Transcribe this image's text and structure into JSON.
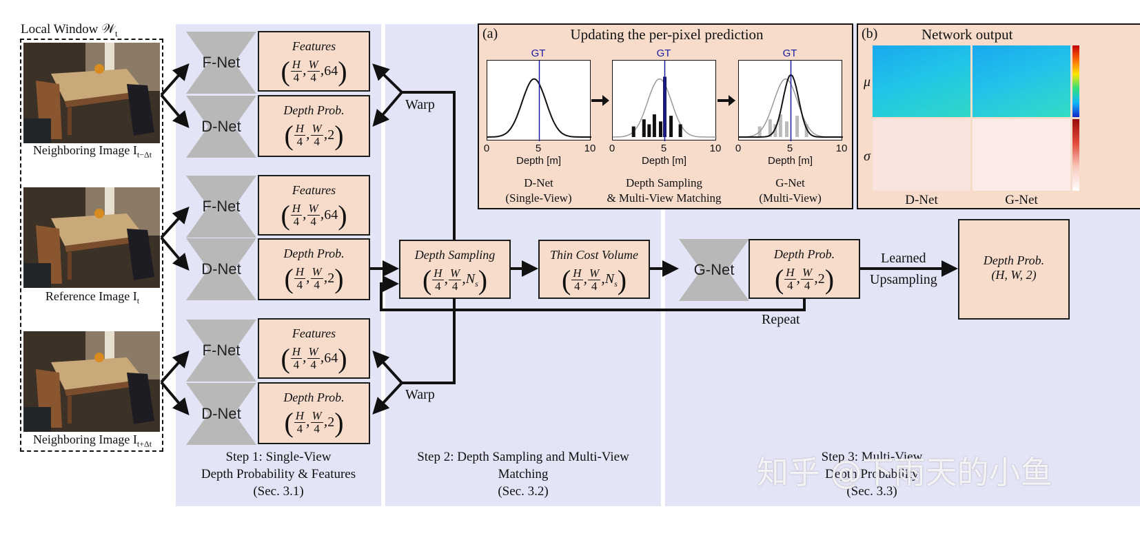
{
  "local_window": {
    "label": "Local Window 𝒲",
    "sub": "t"
  },
  "images": [
    {
      "label": "Neighboring Image I",
      "sub": "t−Δt"
    },
    {
      "label": "Reference Image I",
      "sub": "t"
    },
    {
      "label": "Neighboring Image I",
      "sub": "t+Δt"
    }
  ],
  "nets": {
    "fnet": "F-Net",
    "dnet": "D-Net",
    "gnet": "G-Net"
  },
  "boxes": {
    "features_title": "Features",
    "features_tail": "64",
    "depth_prob_title": "Depth Prob.",
    "depth_prob_tail": "2",
    "depth_sampling_title": "Depth Sampling",
    "thin_cost_title": "Thin Cost Volume",
    "ns_tail": "N",
    "ns_sub": "s",
    "final_title": "Depth Prob.",
    "final_shape": "(H, W, 2)",
    "frac_h": "H",
    "frac_w": "W",
    "frac_den": "4"
  },
  "labels": {
    "warp": "Warp",
    "repeat": "Repeat",
    "learned": "Learned",
    "upsampling": "Upsampling"
  },
  "steps": {
    "step1": [
      "Step 1: Single-View",
      "Depth Probability & Features",
      "(Sec. 3.1)"
    ],
    "step2": [
      "Step 2: Depth Sampling and Multi-View",
      "Matching",
      "(Sec. 3.2)"
    ],
    "step3": [
      "Step 3: Multi-View",
      "Depth Probability",
      "(Sec. 3.3)"
    ]
  },
  "inset_a": {
    "tag": "(a)",
    "title": "Updating the per-pixel prediction",
    "gt": "GT",
    "xlabel": "Depth [m]",
    "ticks": [
      "0",
      "5",
      "10"
    ],
    "captions": [
      [
        "D-Net",
        "(Single-View)"
      ],
      [
        "Depth Sampling",
        "& Multi-View Matching"
      ],
      [
        "G-Net",
        "(Multi-View)"
      ]
    ]
  },
  "inset_b": {
    "tag": "(b)",
    "title": "Network output",
    "mu": "μ",
    "sigma": "σ",
    "cols": [
      "D-Net",
      "G-Net"
    ]
  },
  "watermark": "知乎 @下雨天的小鱼",
  "colors": {
    "panel": "#e4e4f7",
    "box": "#f7dccc",
    "net": "#b8b8b8",
    "gt_line": "#1a1aa0"
  }
}
